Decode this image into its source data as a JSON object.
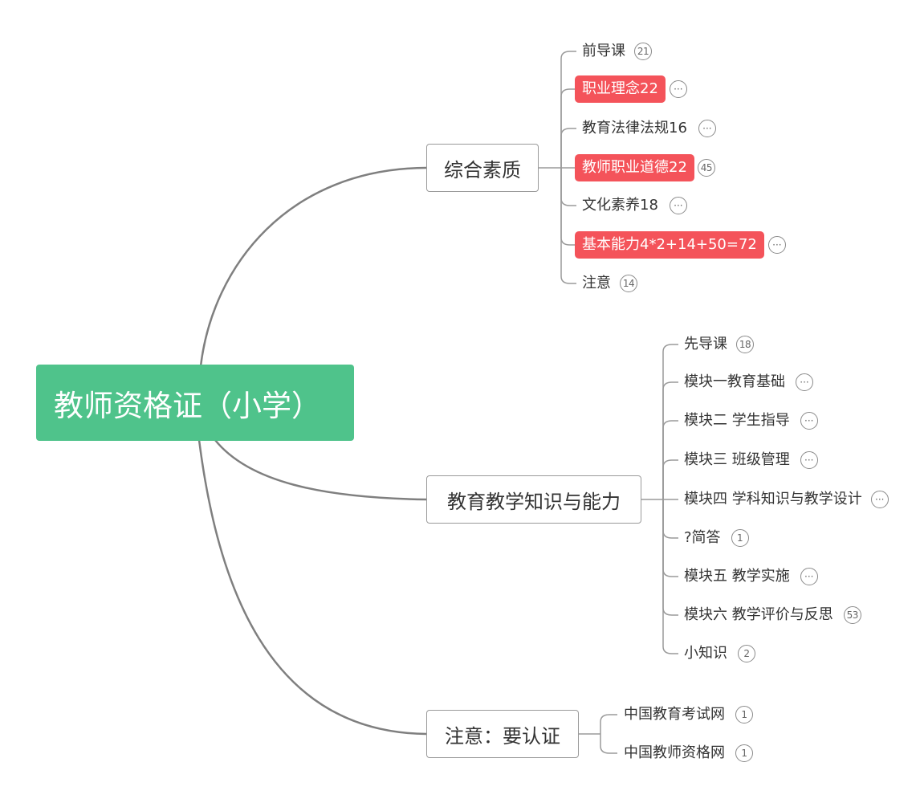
{
  "root": {
    "label": "教师资格证（小学）"
  },
  "branches": [
    {
      "label": "综合素质",
      "children": [
        {
          "label": "前导课",
          "badge": "21",
          "highlight": false
        },
        {
          "label": "职业理念22",
          "badge": "···",
          "highlight": true
        },
        {
          "label": "教育法律法规16",
          "badge": "···",
          "highlight": false
        },
        {
          "label": "教师职业道德22",
          "badge": "45",
          "highlight": true
        },
        {
          "label": "文化素养18",
          "badge": "···",
          "highlight": false
        },
        {
          "label": "基本能力4*2+14+50=72",
          "badge": "···",
          "highlight": true
        },
        {
          "label": "注意",
          "badge": "14",
          "highlight": false
        }
      ]
    },
    {
      "label": "教育教学知识与能力",
      "children": [
        {
          "label": "先导课",
          "badge": "18",
          "highlight": false
        },
        {
          "label": "模块一教育基础",
          "badge": "···",
          "highlight": false
        },
        {
          "label": "模块二 学生指导",
          "badge": "···",
          "highlight": false
        },
        {
          "label": "模块三 班级管理",
          "badge": "···",
          "highlight": false
        },
        {
          "label": "模块四 学科知识与教学设计",
          "badge": "···",
          "highlight": false
        },
        {
          "label": "?简答",
          "badge": "1",
          "highlight": false
        },
        {
          "label": "模块五 教学实施",
          "badge": "···",
          "highlight": false
        },
        {
          "label": "模块六 教学评价与反思",
          "badge": "53",
          "highlight": false
        },
        {
          "label": "小知识",
          "badge": "2",
          "highlight": false
        }
      ]
    },
    {
      "label": "注意：要认证",
      "children": [
        {
          "label": "中国教育考试网",
          "badge": "1",
          "highlight": false
        },
        {
          "label": "中国教师资格网",
          "badge": "1",
          "highlight": false
        }
      ]
    }
  ],
  "colors": {
    "root_bg": "#4fc38b",
    "highlight_bg": "#f4535a",
    "line": "#7f7f7f"
  }
}
